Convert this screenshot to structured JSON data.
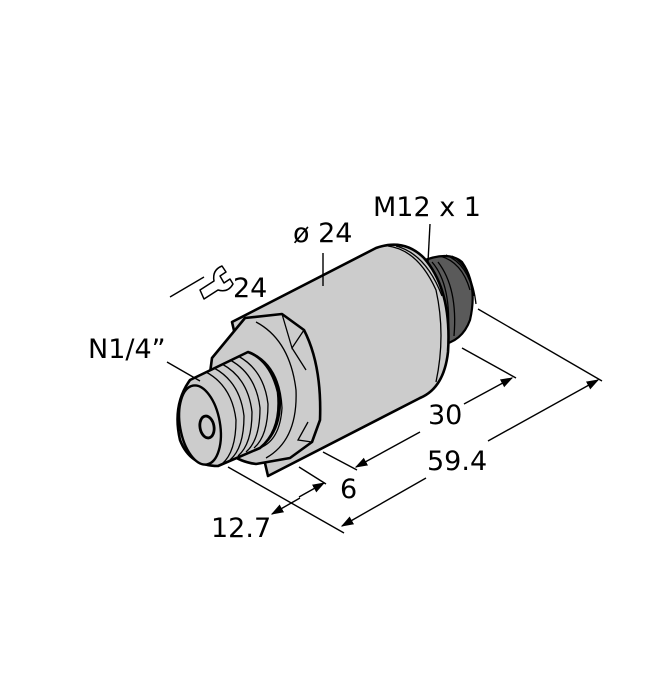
{
  "drawing": {
    "type": "dimensioned product drawing",
    "subject": "pressure sensor",
    "colors": {
      "body": "#cccccc",
      "connector": "#5a5a5a",
      "line": "#000000",
      "background": "#ffffff"
    }
  },
  "labels": {
    "connector_thread": "M12 x 1",
    "diameter": "ø 24",
    "wrench_size": "24",
    "process_thread": "N1/4”",
    "len_body": "30",
    "len_total": "59.4",
    "len_hex": "6",
    "len_thread": "12.7"
  },
  "icons": {
    "wrench": "wrench-icon"
  }
}
